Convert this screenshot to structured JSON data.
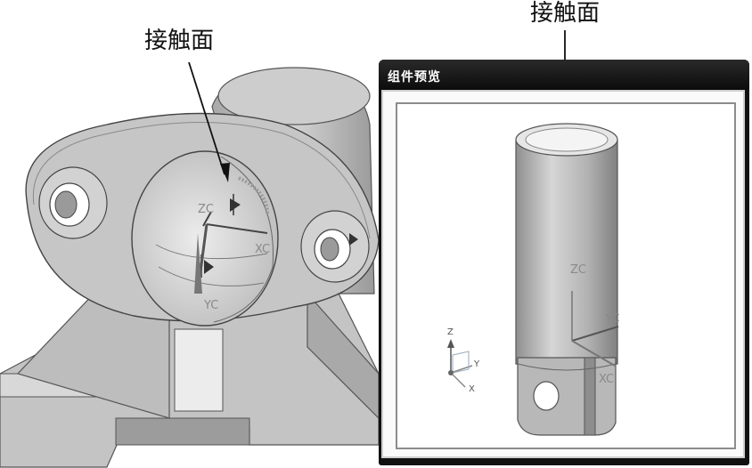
{
  "left_view": {
    "callout": "接触面",
    "axes": {
      "zc": "ZC",
      "xc": "XC",
      "yc": "YC"
    }
  },
  "preview_window": {
    "title": "组件预览",
    "callout": "接触面",
    "axes": {
      "zc": "ZC",
      "yc": "YC",
      "xc": "XC"
    },
    "view_triad": {
      "z": "Z",
      "y": "Y",
      "x": "X"
    }
  }
}
